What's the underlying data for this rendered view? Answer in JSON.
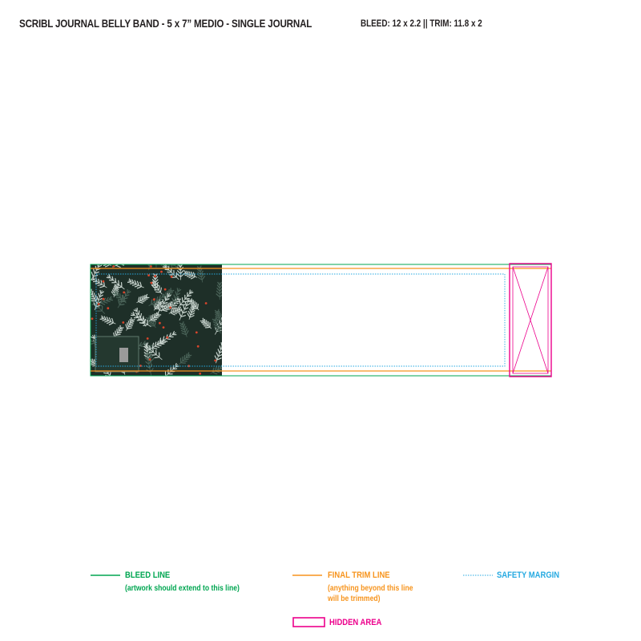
{
  "header": {
    "title": "SCRIBL JOURNAL BELLY BAND - 5 x 7” MEDIO - SINGLE JOURNAL",
    "specs": "BLEED: 12 x 2.2 || TRIM: 11.8 x 2"
  },
  "colors": {
    "bleed": "#00a651",
    "trim": "#f7941d",
    "safety": "#27aae1",
    "hidden": "#ec008c",
    "artwork_bg": "#1e2f28",
    "leaf_light": "#c8d4ce",
    "leaf_dark": "#4a6358",
    "berry": "#d9452b"
  },
  "legend": {
    "bleed": {
      "label": "BLEED LINE",
      "note": "(artwork should extend to this line)"
    },
    "trim": {
      "label": "FINAL TRIM LINE",
      "note_line1": "(anything beyond this line",
      "note_line2": "will be trimmed)"
    },
    "safety": {
      "label": "SAFETY MARGIN"
    },
    "hidden": {
      "label": "HIDDEN AREA"
    }
  }
}
